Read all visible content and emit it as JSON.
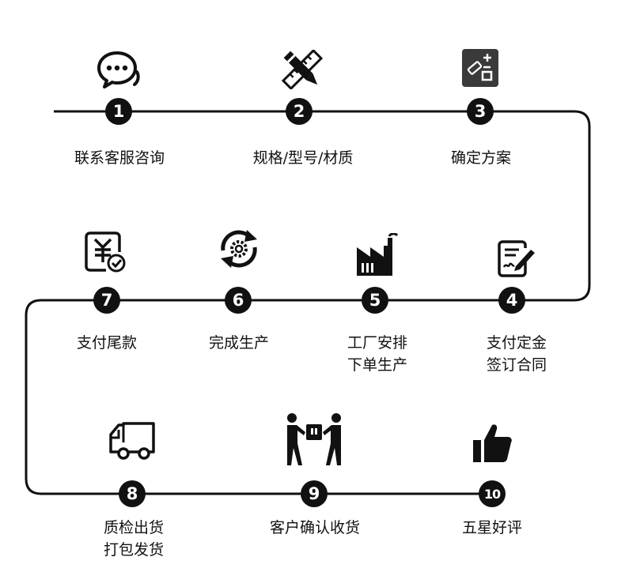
{
  "steps": [
    {
      "number": "1",
      "label": "联系客服咨询",
      "icon": "chat-bubble-icon"
    },
    {
      "number": "2",
      "label": "规格/型号/材质",
      "icon": "pencil-ruler-icon"
    },
    {
      "number": "3",
      "label": "确定方案",
      "icon": "design-plan-icon"
    },
    {
      "number": "4",
      "label": "支付定金\n签订合同",
      "icon": "signed-document-icon"
    },
    {
      "number": "5",
      "label": "工厂安排\n下单生产",
      "icon": "factory-icon"
    },
    {
      "number": "6",
      "label": "完成生产",
      "icon": "gear-cycle-icon"
    },
    {
      "number": "7",
      "label": "支付尾款",
      "icon": "yen-payment-icon"
    },
    {
      "number": "8",
      "label": "质检出货\n打包发货",
      "icon": "delivery-truck-icon"
    },
    {
      "number": "9",
      "label": "客户确认收货",
      "icon": "package-handover-icon"
    },
    {
      "number": "10",
      "label": "五星好评",
      "icon": "thumbs-up-icon"
    }
  ],
  "colors": {
    "line": "#111111",
    "badge": "#111111",
    "badge_text": "#ffffff"
  }
}
